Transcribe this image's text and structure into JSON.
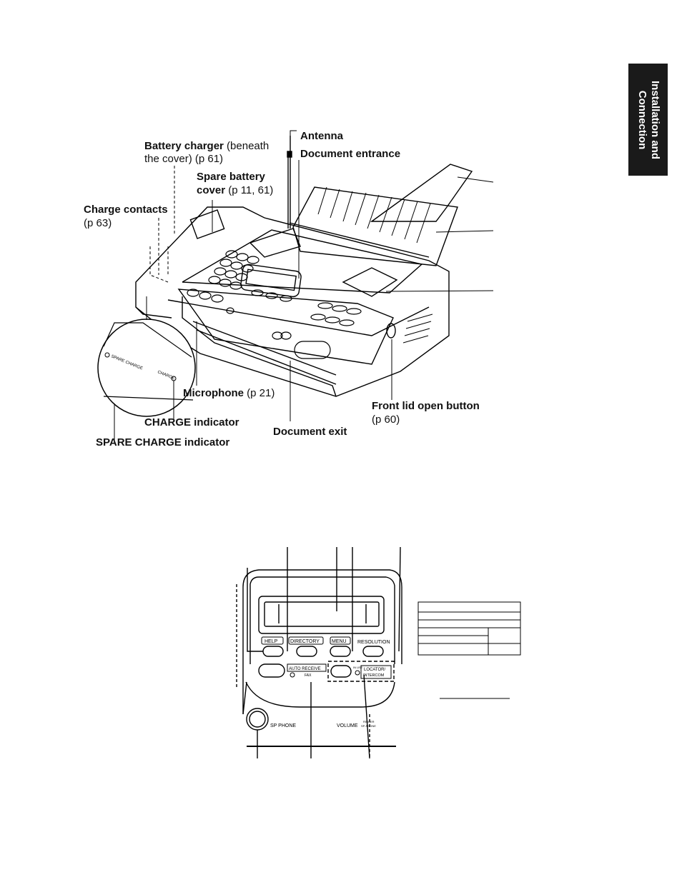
{
  "side_tab": {
    "line1": "Installation and",
    "line2": "Connection"
  },
  "labels": {
    "antenna": "Antenna",
    "document_entrance": "Document entrance",
    "battery_charger_bold": "Battery charger",
    "battery_charger_rest": " (beneath",
    "battery_charger_line2": "the cover) (p  61)",
    "spare_battery_bold1": "Spare battery",
    "spare_battery_bold2": "cover",
    "spare_battery_rest": " (p  11, 61)",
    "charge_contacts_bold": "Charge contacts",
    "charge_contacts_page": "(p  63)",
    "microphone_bold": "Microphone",
    "microphone_page": " (p  21)",
    "charge_indicator": "CHARGE indicator",
    "spare_charge_indicator": "SPARE CHARGE indicator",
    "document_exit": "Document exit",
    "front_lid_bold": "Front lid open button",
    "front_lid_page": "(p  60)"
  },
  "inset": {
    "spare_charge": "SPARE CHARGE",
    "charge": "CHARGE"
  },
  "panel": {
    "help": "HELP",
    "directory": "DIRECTORY",
    "menu": "MENU",
    "resolution": "RESOLUTION",
    "auto_receive": "AUTO RECEIVE",
    "fax": "FAX",
    "in_use": "IN USE",
    "locator": "LOCATOR/",
    "intercom": "INTERCOM",
    "sp_phone": "SP PHONE",
    "volume": "VOLUME",
    "ringer": "RINGER",
    "sp_phone_small": "SP-PHONE"
  }
}
